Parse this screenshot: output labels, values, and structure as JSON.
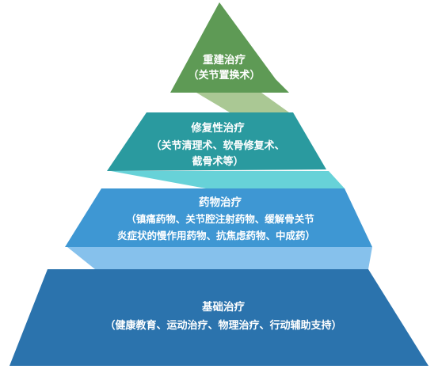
{
  "pyramid": {
    "tiers": [
      {
        "title": "重建治疗",
        "lines": [
          "（关节置换术）"
        ],
        "color": "#5e9a55"
      },
      {
        "title": "修复性治疗",
        "lines": [
          "（关节清理术、软骨修复术、",
          "截骨术等）"
        ],
        "color": "#2a9a9f"
      },
      {
        "title": "药物治疗",
        "lines": [
          "（镇痛药物、关节腔注射药物、缓解骨关节",
          "炎症状的慢作用药物、抗焦虑药物、中成药）"
        ],
        "color": "#3e97d3"
      },
      {
        "title": "基础治疗",
        "lines": [
          "（健康教育、运动治疗、物理治疗、行动辅助支持）"
        ],
        "color": "#2b73ad"
      }
    ],
    "connector_colors": [
      "#aac894",
      "#67d2d8",
      "#86c1ec"
    ]
  }
}
